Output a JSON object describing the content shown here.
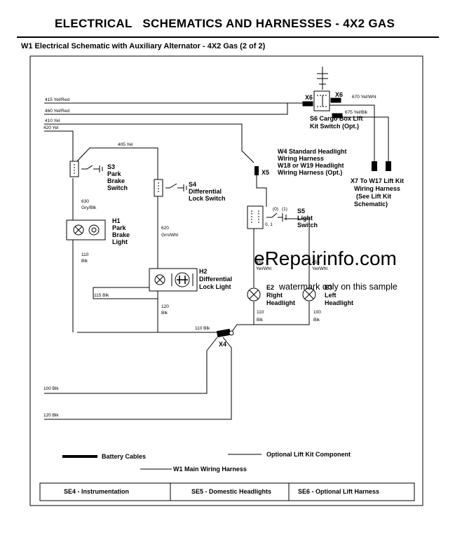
{
  "header": {
    "title": "ELECTRICAL   SCHEMATICS AND HARNESSES - 4X2 GAS",
    "subtitle": "W1 Electrical Schematic with Auxiliary Alternator - 4X2 Gas (2 of 2)"
  },
  "wires": {
    "w415": "415 Yel/Red",
    "w460": "460 Yel/Red",
    "w410": "410 Yel",
    "w420": "420 Yel",
    "w405": "405 Yel",
    "w630a": "630",
    "w630b": "Gry/Blk",
    "w620a": "620",
    "w620b": "Grn/Wht",
    "w110a": "110",
    "w110b": "Blk",
    "w115": "115 Blk",
    "w120a": "120",
    "w120b": "Blk",
    "w110c": "110 Blk",
    "w455a": "455",
    "w455b": "Yel/Wht",
    "w456a": "456",
    "w456b": "Yel/Wht",
    "w110da": "110",
    "w110db": "Blk",
    "w100a": "100",
    "w100b": "Blk",
    "w100blk": "100 Blk",
    "w120blk": "120 Blk",
    "w670": "670 Yel/Wht",
    "w675": "675 Yel/Blk"
  },
  "components": {
    "s3": [
      "S3",
      "Park",
      "Brake",
      "Switch"
    ],
    "s4": [
      "S4",
      "Differential",
      "Lock Switch"
    ],
    "h1": [
      "H1",
      "Park",
      "Brake",
      "Light"
    ],
    "h2": [
      "H2",
      "Differential",
      "Lock Light"
    ],
    "s5": [
      "S5",
      "Light",
      "Switch"
    ],
    "s5pos": [
      "(0)",
      "(1)",
      "0, 1"
    ],
    "e2": [
      "E2",
      "Right",
      "Headlight"
    ],
    "e3": [
      "E3",
      "Left",
      "Headlight"
    ],
    "s6": [
      "S6 Cargo Box Lift",
      "Kit Switch (Opt.)"
    ],
    "x5": "X5",
    "x4": "X4",
    "x6a": "X6",
    "x6b": "X6",
    "w4": [
      "W4 Standard Headlight",
      "Wiring Harness",
      "W18 or W19 Headlight",
      "Wiring Harness (Opt.)"
    ],
    "x7": [
      "X7 To W17 Lift Kit",
      "Wiring Harness",
      "(See Lift Kit",
      "Schematic)"
    ]
  },
  "legend": {
    "battery": "Battery Cables",
    "optional": "Optional Lift Kit Component",
    "main": "W1 Main Wiring Harness"
  },
  "sections": [
    "SE4 - Instrumentation",
    "SE5 - Domestic Headlights",
    "SE6 - Optional Lift Harness"
  ],
  "watermark": {
    "main": "eRepairinfo.com",
    "sub": "watermark only on this sample"
  }
}
